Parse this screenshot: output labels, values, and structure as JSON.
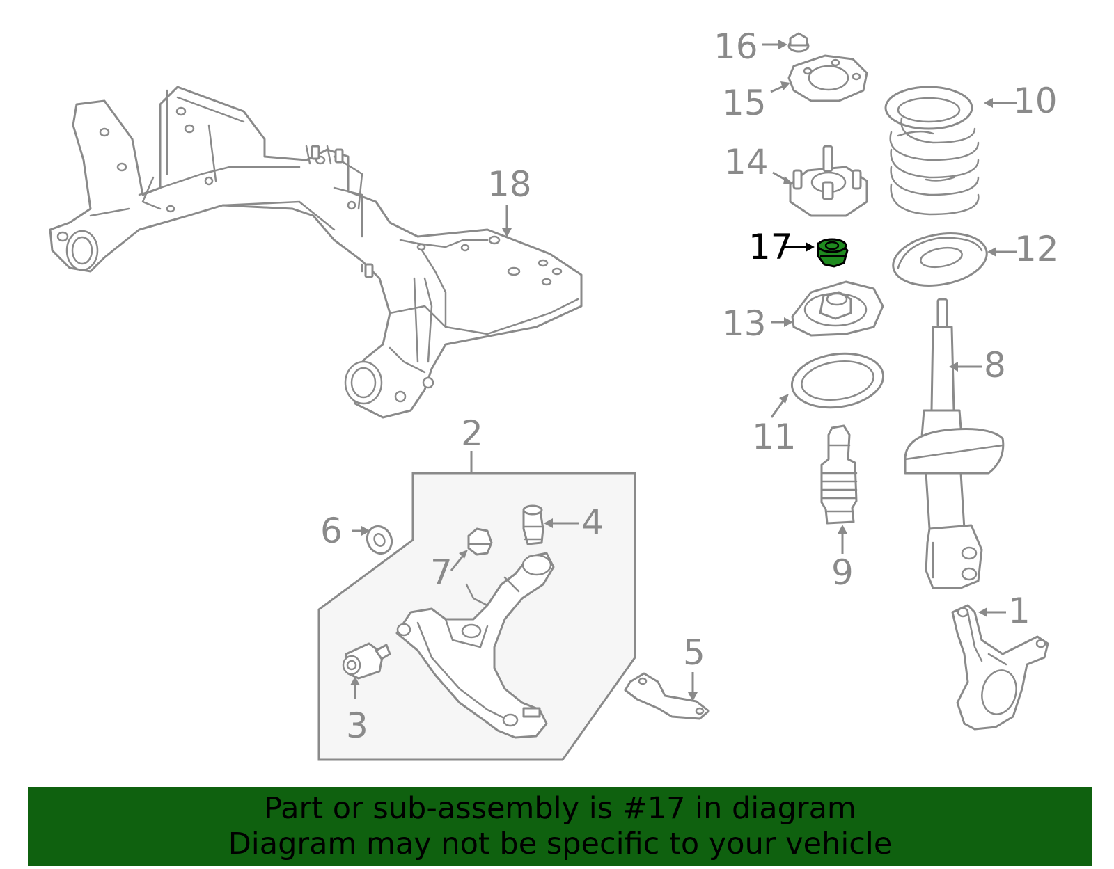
{
  "diagram": {
    "callouts": {
      "c1": "1",
      "c2": "2",
      "c3": "3",
      "c4": "4",
      "c5": "5",
      "c6": "6",
      "c7": "7",
      "c8": "8",
      "c9": "9",
      "c10": "10",
      "c11": "11",
      "c12": "12",
      "c13": "13",
      "c14": "14",
      "c15": "15",
      "c16": "16",
      "c17": "17",
      "c18": "18"
    },
    "highlighted_part": "17",
    "colors": {
      "line_art": "#8a8a8a",
      "highlight_part": "#1f8a1f",
      "highlight_label": "#000000",
      "group_box_fill": "#f6f6f6",
      "banner_background": "#0f610f"
    }
  },
  "banner": {
    "line1": "Part or sub-assembly is #17 in diagram",
    "line2": "Diagram may not be specific to your vehicle"
  }
}
